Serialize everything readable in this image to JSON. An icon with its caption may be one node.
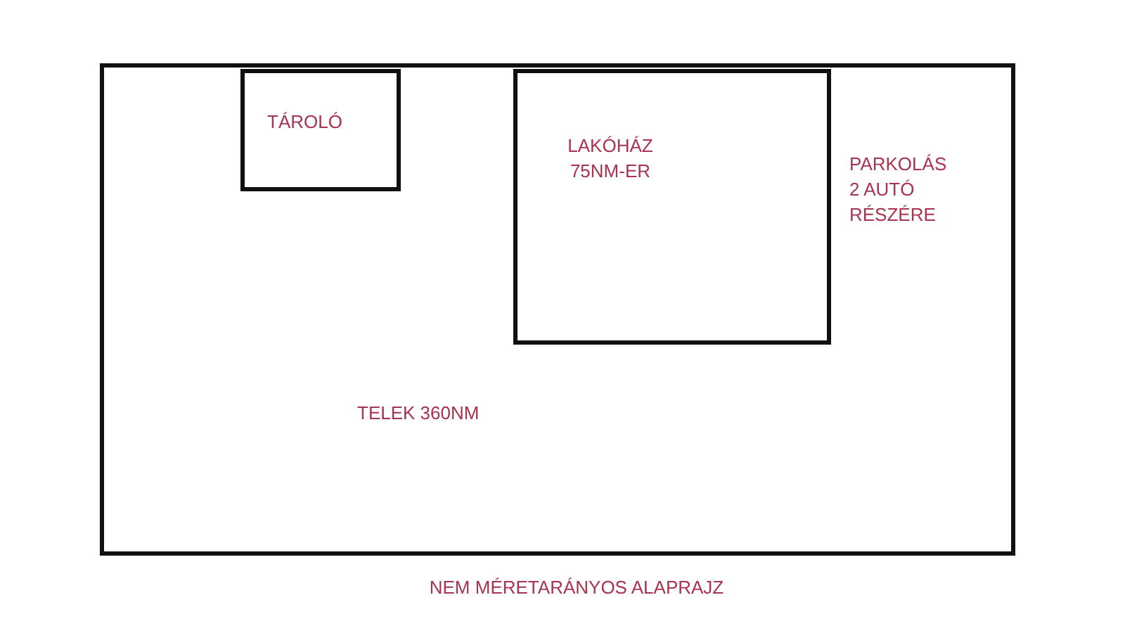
{
  "diagram": {
    "caption": "NEM MÉRETARÁNYOS ALAPRAJZ",
    "nodes": [
      {
        "text": [
          "PARKOLÁS 2 AUTÓ RÉSZÉRE",
          "TELEK 360NM"
        ]
      },
      {
        "text": [
          "TÁROLÓ"
        ],
        "in": 0
      },
      {
        "text": [
          "LAKÓHÁZ 75NM-ER"
        ],
        "in": 0
      }
    ]
  }
}
